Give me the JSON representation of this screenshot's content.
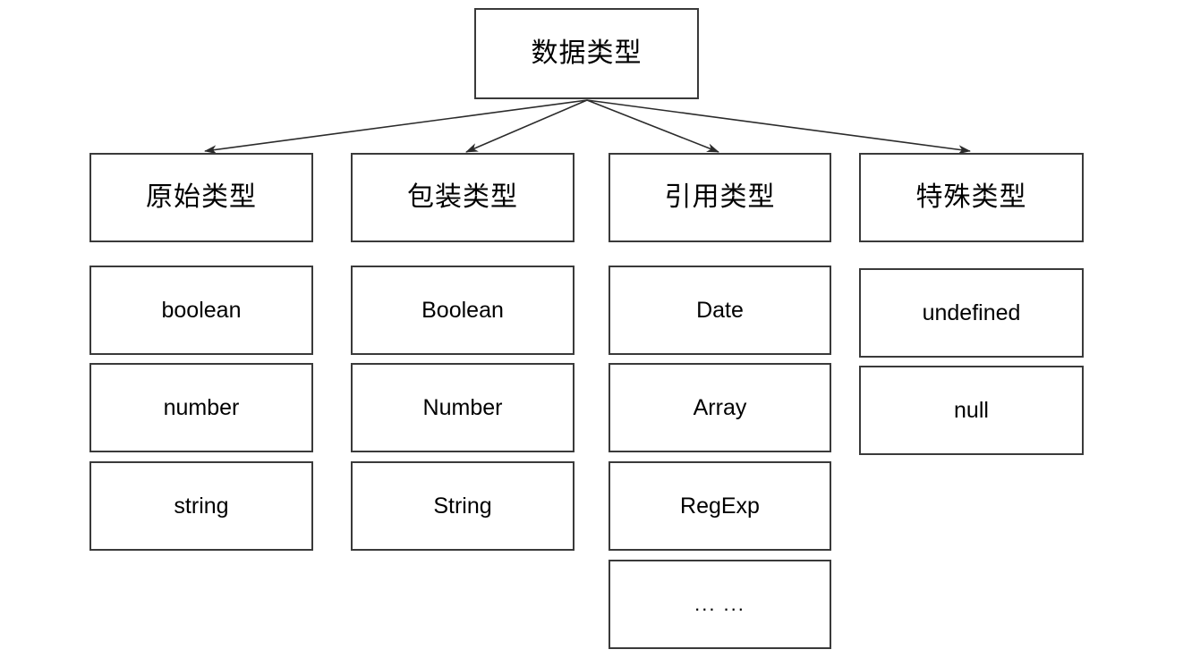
{
  "diagram": {
    "title": "数据类型",
    "root": {
      "label": "数据类型"
    },
    "branches": [
      {
        "label": "原始类型",
        "leaves": [
          {
            "label": "boolean"
          },
          {
            "label": "number"
          },
          {
            "label": "string"
          }
        ]
      },
      {
        "label": "包装类型",
        "leaves": [
          {
            "label": "Boolean"
          },
          {
            "label": "Number"
          },
          {
            "label": "String"
          }
        ]
      },
      {
        "label": "引用类型",
        "leaves": [
          {
            "label": "Date"
          },
          {
            "label": "Array"
          },
          {
            "label": "RegExp"
          },
          {
            "label": "... ..."
          }
        ]
      },
      {
        "label": "特殊类型",
        "leaves": [
          {
            "label": "undefined"
          },
          {
            "label": "null"
          }
        ]
      }
    ],
    "colors": {
      "background": "#ffffff",
      "box_fill": "#ffffff",
      "box_border": "#3a3a3a",
      "edge": "#2b2b2b",
      "text": "#000000"
    }
  }
}
